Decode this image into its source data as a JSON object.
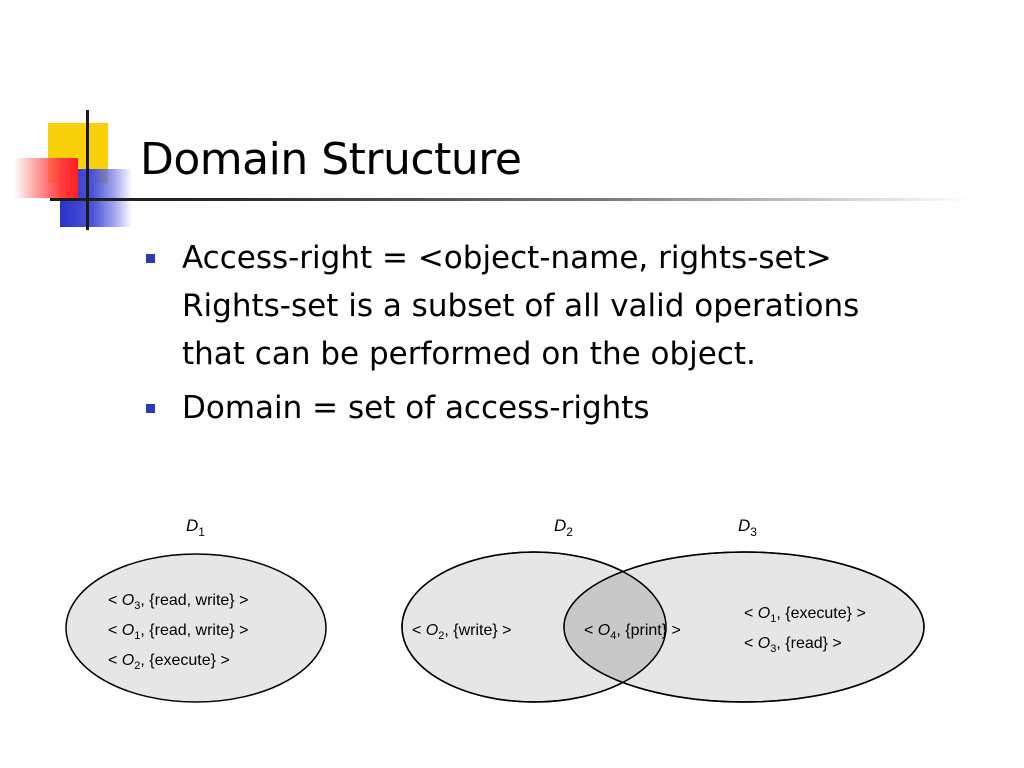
{
  "slide": {
    "title": "Domain Structure",
    "bullets": [
      {
        "lines": [
          "Access-right = <object-name, rights-set>",
          "Rights-set is a subset of all valid operations",
          "that can be performed on the object."
        ]
      },
      {
        "lines": [
          "Domain = set of access-rights"
        ]
      }
    ]
  },
  "diagram": {
    "domains": [
      {
        "label_main": "D",
        "label_sub": "1",
        "entries": [
          {
            "open": "< ",
            "obj": "O",
            "sub": "3",
            "rights": ", {read, write} >"
          },
          {
            "open": "< ",
            "obj": "O",
            "sub": "1",
            "rights": ", {read, write} >"
          },
          {
            "open": "< ",
            "obj": "O",
            "sub": "2",
            "rights": ", {execute} >"
          }
        ]
      },
      {
        "label_main": "D",
        "label_sub": "2",
        "entries": [
          {
            "open": "< ",
            "obj": "O",
            "sub": "2",
            "rights": ", {write} >"
          }
        ]
      },
      {
        "label_main": "D",
        "label_sub": "3",
        "entries": [
          {
            "open": "< ",
            "obj": "O",
            "sub": "1",
            "rights": ", {execute} >"
          },
          {
            "open": "< ",
            "obj": "O",
            "sub": "3",
            "rights": ", {read} >"
          }
        ]
      }
    ],
    "shared": {
      "open": "< ",
      "obj": "O",
      "sub": "4",
      "rights": ", {print} >"
    },
    "colors": {
      "ellipse_fill": "#e6e6e6",
      "overlap_fill": "#c8c8c8",
      "stroke": "#000000",
      "bullet": "#2a3ab8"
    }
  }
}
